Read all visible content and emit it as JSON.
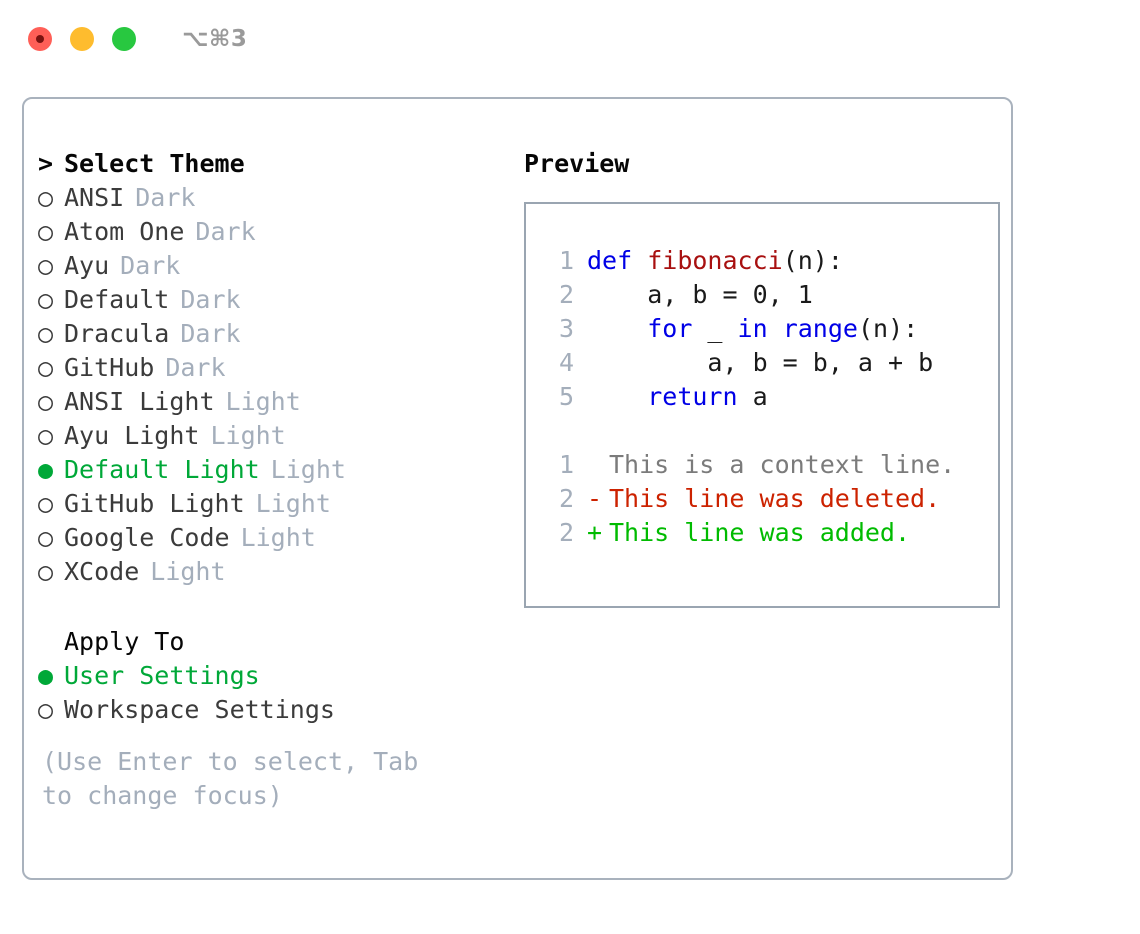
{
  "titlebar": {
    "shortcut": "⌥⌘3",
    "buttons": [
      {
        "name": "close",
        "color": "#ff5f57"
      },
      {
        "name": "minimize",
        "color": "#febc2e"
      },
      {
        "name": "maximize",
        "color": "#28c840"
      }
    ]
  },
  "colors": {
    "accent_green": "#00a838",
    "muted": "#a4aebb",
    "text": "#3b3b3b",
    "panel_border": "#a9b2bd",
    "preview_border": "#9aa5b1",
    "keyword_blue": "#0000e6",
    "function_red": "#a81010",
    "diff_added": "#00bb00",
    "diff_deleted": "#cc2200",
    "diff_context": "#7b7b7b"
  },
  "theme_panel": {
    "title": "Select Theme",
    "title_marker": ">",
    "marker_selected": "●",
    "marker_unselected": "○",
    "themes": [
      {
        "name": "ANSI",
        "kind": "Dark",
        "selected": false
      },
      {
        "name": "Atom One",
        "kind": "Dark",
        "selected": false
      },
      {
        "name": "Ayu",
        "kind": "Dark",
        "selected": false
      },
      {
        "name": "Default",
        "kind": "Dark",
        "selected": false
      },
      {
        "name": "Dracula",
        "kind": "Dark",
        "selected": false
      },
      {
        "name": "GitHub",
        "kind": "Dark",
        "selected": false
      },
      {
        "name": "ANSI Light",
        "kind": "Light",
        "selected": false
      },
      {
        "name": "Ayu Light",
        "kind": "Light",
        "selected": false
      },
      {
        "name": "Default Light",
        "kind": "Light",
        "selected": true
      },
      {
        "name": "GitHub Light",
        "kind": "Light",
        "selected": false
      },
      {
        "name": "Google Code",
        "kind": "Light",
        "selected": false
      },
      {
        "name": "XCode",
        "kind": "Light",
        "selected": false
      }
    ]
  },
  "apply_to": {
    "title": "Apply To",
    "options": [
      {
        "label": "User Settings",
        "selected": true
      },
      {
        "label": "Workspace Settings",
        "selected": false
      }
    ]
  },
  "hint": "(Use Enter to select, Tab to change focus)",
  "preview": {
    "title": "Preview",
    "code_lines": [
      {
        "num": "1",
        "tokens": [
          {
            "t": "def",
            "c": "kw"
          },
          {
            "t": " ",
            "c": "code"
          },
          {
            "t": "fibonacci",
            "c": "fn"
          },
          {
            "t": "(n):",
            "c": "code"
          }
        ]
      },
      {
        "num": "2",
        "tokens": [
          {
            "t": "    a, b = 0, 1",
            "c": "code"
          }
        ]
      },
      {
        "num": "3",
        "tokens": [
          {
            "t": "    ",
            "c": "code"
          },
          {
            "t": "for",
            "c": "kw"
          },
          {
            "t": " _ ",
            "c": "code"
          },
          {
            "t": "in",
            "c": "kw"
          },
          {
            "t": " ",
            "c": "code"
          },
          {
            "t": "range",
            "c": "kw"
          },
          {
            "t": "(n):",
            "c": "code"
          }
        ]
      },
      {
        "num": "4",
        "tokens": [
          {
            "t": "        a, b = b, a + b",
            "c": "code"
          }
        ]
      },
      {
        "num": "5",
        "tokens": [
          {
            "t": "    ",
            "c": "code"
          },
          {
            "t": "return",
            "c": "kw"
          },
          {
            "t": " a",
            "c": "code"
          }
        ]
      }
    ],
    "diff_lines": [
      {
        "num": "1",
        "sign": " ",
        "text": "This is a context line.",
        "kind": "ctx"
      },
      {
        "num": "2",
        "sign": "-",
        "text": "This line was deleted.",
        "kind": "del"
      },
      {
        "num": "2",
        "sign": "+",
        "text": "This line was added.",
        "kind": "add"
      }
    ]
  }
}
